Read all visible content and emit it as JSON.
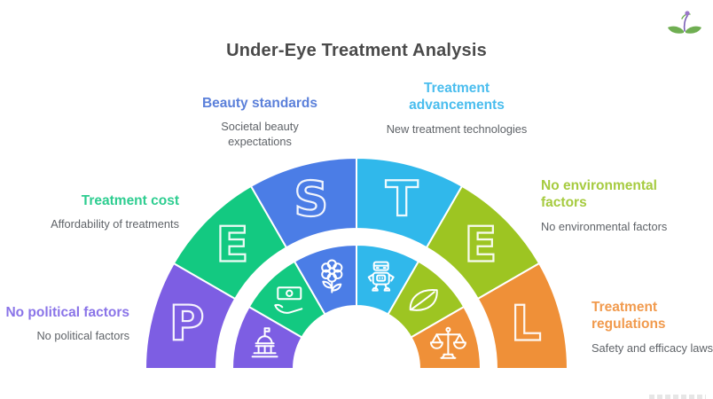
{
  "title": "Under-Eye Treatment Analysis",
  "colors": {
    "background": "#ffffff",
    "title_text": "#4a4a4a",
    "description_text": "#5f6368",
    "segment_divider": "#ffffff"
  },
  "logo": {
    "icon": "wellness-plant-logo",
    "leaf_color": "#6fae52",
    "bud_color": "#9a77c8"
  },
  "wheel": {
    "type": "pestel-semicircle",
    "letters_visible": [
      "P",
      "E",
      "S",
      "T",
      "E",
      "L"
    ],
    "segments": [
      {
        "letter": "P",
        "color": "#7d5ee3",
        "heading": "No political factors",
        "heading_color": "#8a74e8",
        "description": "No political factors",
        "icon": "government-building-icon"
      },
      {
        "letter": "E",
        "color": "#13c981",
        "heading": "Treatment cost",
        "heading_color": "#2dcd90",
        "description": "Affordability of treatments",
        "icon": "money-hand-icon"
      },
      {
        "letter": "S",
        "color": "#4b7de6",
        "heading": "Beauty standards",
        "heading_color": "#5b80da",
        "description": "Societal beauty expectations",
        "icon": "flower-icon"
      },
      {
        "letter": "T",
        "color": "#30b8eb",
        "heading": "Treatment advancements",
        "heading_color": "#4abdee",
        "description": "New treatment technologies",
        "icon": "robot-icon"
      },
      {
        "letter": "E",
        "color": "#9dc522",
        "heading": "No environmental factors",
        "heading_color": "#a6cb3f",
        "description": "No environmental factors",
        "icon": "leaf-icon"
      },
      {
        "letter": "L",
        "color": "#ef9038",
        "heading": "Treatment regulations",
        "heading_color": "#f19a4d",
        "description": "Safety and efficacy laws",
        "icon": "scales-icon"
      }
    ]
  }
}
